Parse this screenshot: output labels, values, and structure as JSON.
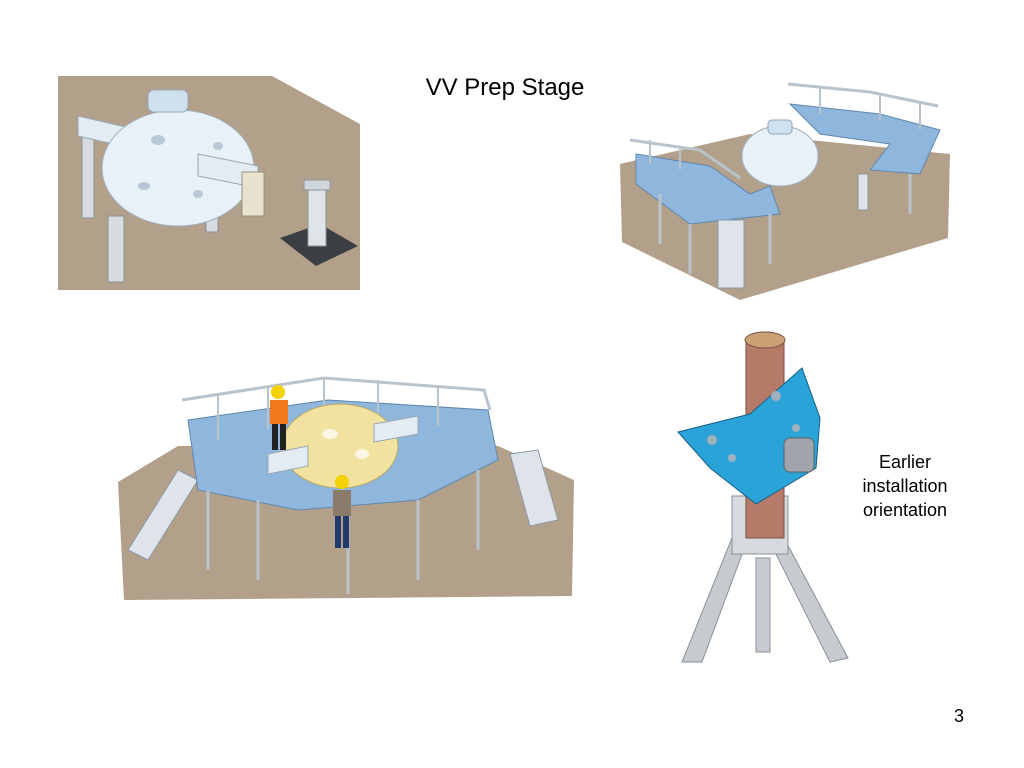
{
  "slide": {
    "title": "VV Prep Stage",
    "caption_lines": [
      "Earlier",
      "installation",
      "orientation"
    ],
    "page_number": "3"
  },
  "figures": [
    {
      "name": "vacuum-vessel-on-supports-render"
    },
    {
      "name": "platform-with-vessel-render"
    },
    {
      "name": "platform-with-workers-render"
    },
    {
      "name": "earlier-orientation-render"
    }
  ],
  "colors": {
    "floor": "#b3a08a",
    "vessel_white": "#e9f1f8",
    "platform_blue": "#8fb6dc",
    "rail": "#b9c3cc",
    "vessel_yellow": "#f2e2a0",
    "vessel_cyan": "#2aa3d8",
    "column_copper": "#b57a68",
    "stand_grey": "#c7cbd0"
  }
}
